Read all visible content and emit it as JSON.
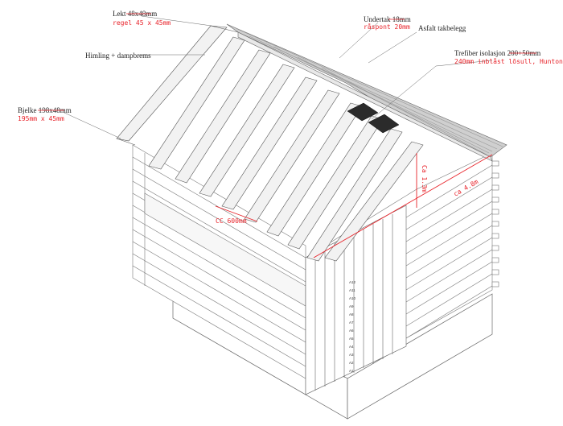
{
  "labels": {
    "lekt": "Lekt 48x48mm",
    "regel": "regel 45 x 45mm",
    "himling": "Himling + dampbrems",
    "undertak": "Undertak 18mm",
    "raspont": "råspont 20mm",
    "asfalt": "Asfalt takbelegg",
    "trefiber": "Trefiber isolasjon 200+50mm",
    "inblast": "240mm inblåst lõsull, Hunton",
    "bjelke": "Bjelke 198x48mm",
    "bjelke_new": "195mm x 45mm"
  },
  "dimensions": {
    "cc": "CC 600mm",
    "height": "Ca 1.3m",
    "length": "ca 4.8m"
  },
  "door_numbers": [
    "A12",
    "A11",
    "A10",
    "A9",
    "A8",
    "A7",
    "A6",
    "A5",
    "A4",
    "A3",
    "A2",
    "A1"
  ],
  "colors": {
    "annotation_red": "#e8232a",
    "line": "#555555"
  }
}
